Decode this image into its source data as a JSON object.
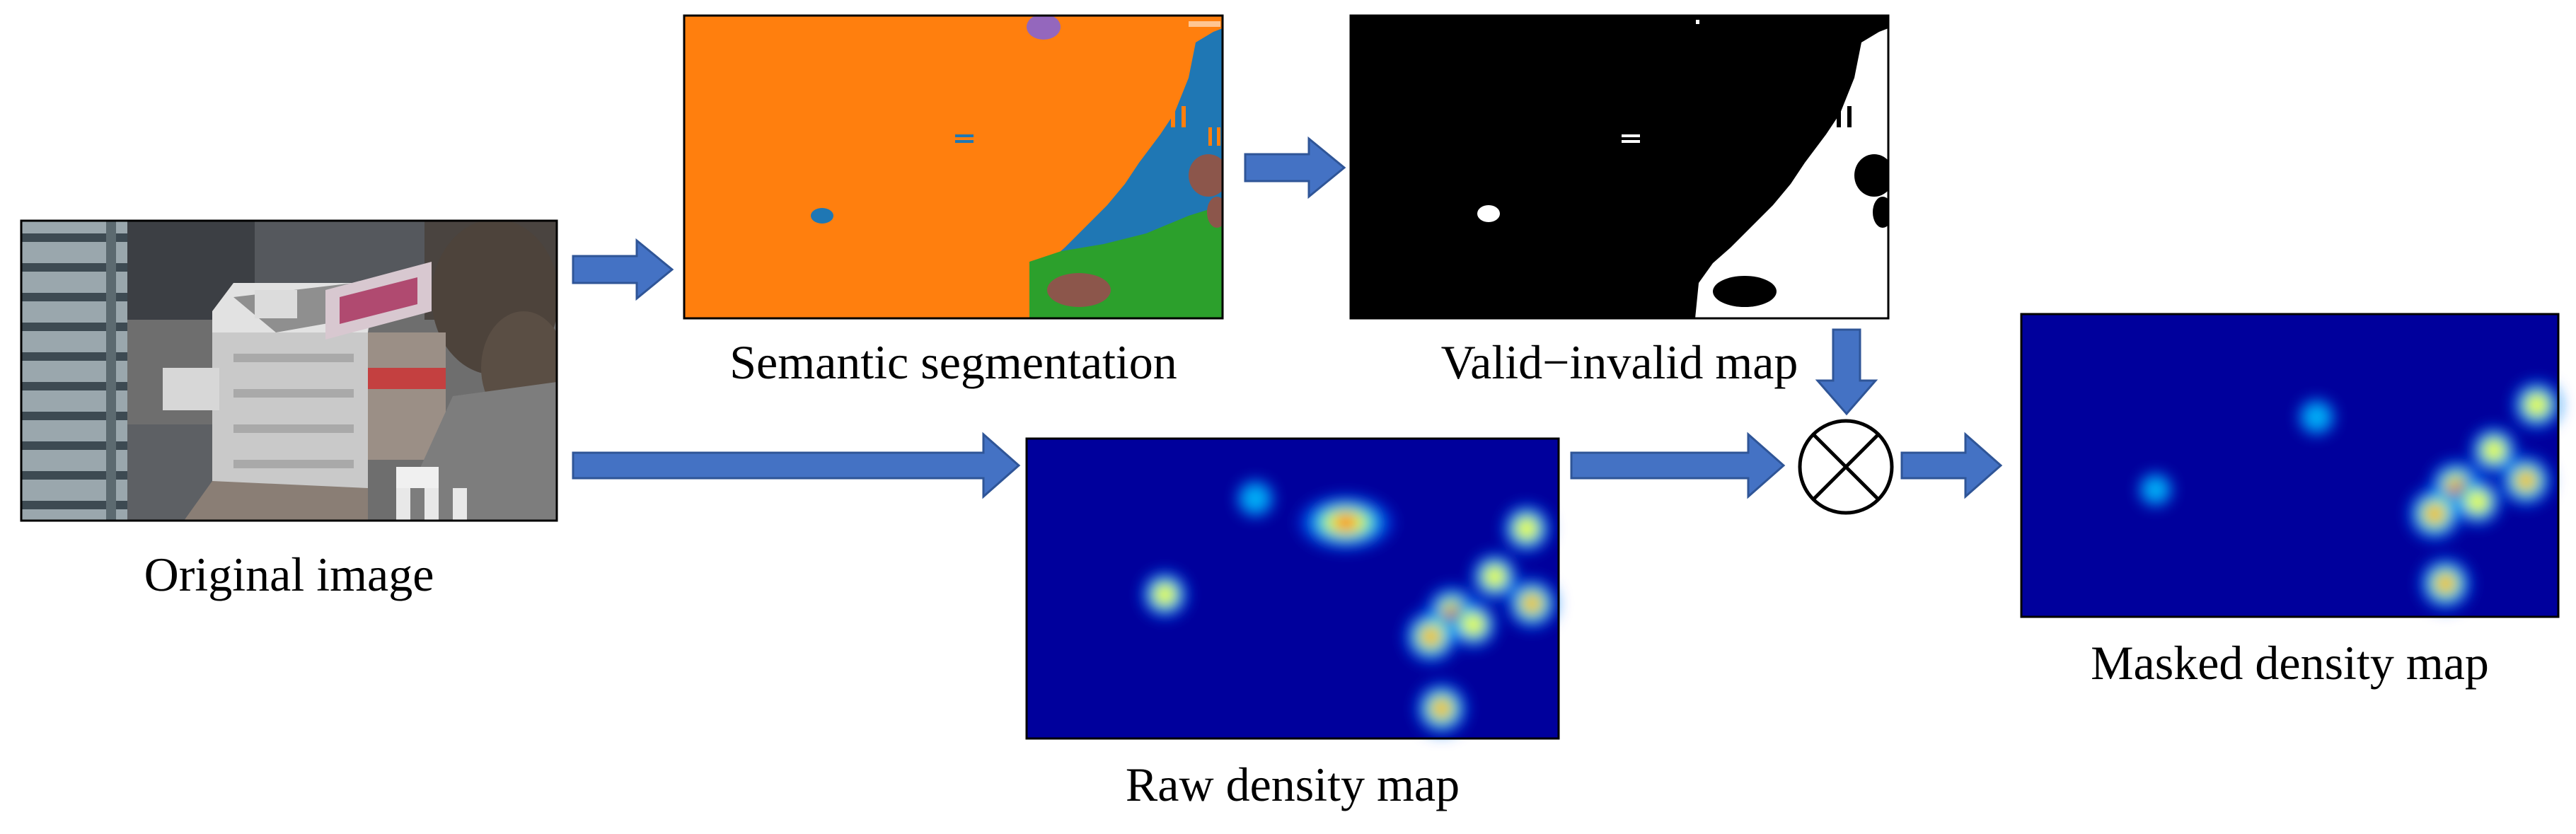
{
  "captions": {
    "original": "Original image",
    "semantic": "Semantic segmentation",
    "valid": "Valid−invalid map",
    "raw": "Raw density map",
    "masked": "Masked density map"
  },
  "operator": {
    "symbol": "multiply-circle"
  },
  "colors": {
    "arrow": "#4472C4",
    "arrow_stroke": "#2F5597",
    "seg_orange": "#FF7F0E",
    "seg_blue": "#1F77B4",
    "seg_green": "#2CA02C",
    "seg_brown": "#8C564B",
    "seg_purple": "#9467BD",
    "density_bg": "#00009C",
    "density_high": "#FF0000"
  },
  "density_peaks": {
    "raw": [
      {
        "u": 0.6,
        "v": 0.28,
        "level": 1.0
      },
      {
        "u": 0.26,
        "v": 0.52,
        "level": 0.7
      },
      {
        "u": 0.94,
        "v": 0.3,
        "level": 0.75
      },
      {
        "u": 0.88,
        "v": 0.46,
        "level": 0.7
      },
      {
        "u": 0.8,
        "v": 0.58,
        "level": 0.95
      },
      {
        "u": 0.76,
        "v": 0.66,
        "level": 0.95
      },
      {
        "u": 0.84,
        "v": 0.62,
        "level": 0.7
      },
      {
        "u": 0.95,
        "v": 0.55,
        "level": 0.85
      },
      {
        "u": 0.78,
        "v": 0.9,
        "level": 0.9
      },
      {
        "u": 0.43,
        "v": 0.2,
        "level": 0.35
      }
    ],
    "masked": [
      {
        "u": 0.96,
        "v": 0.3,
        "level": 0.75
      },
      {
        "u": 0.88,
        "v": 0.45,
        "level": 0.7
      },
      {
        "u": 0.81,
        "v": 0.57,
        "level": 0.95
      },
      {
        "u": 0.77,
        "v": 0.66,
        "level": 0.95
      },
      {
        "u": 0.85,
        "v": 0.62,
        "level": 0.7
      },
      {
        "u": 0.94,
        "v": 0.55,
        "level": 0.85
      },
      {
        "u": 0.79,
        "v": 0.89,
        "level": 0.9
      },
      {
        "u": 0.55,
        "v": 0.34,
        "level": 0.3
      },
      {
        "u": 0.25,
        "v": 0.58,
        "level": 0.2
      }
    ]
  }
}
